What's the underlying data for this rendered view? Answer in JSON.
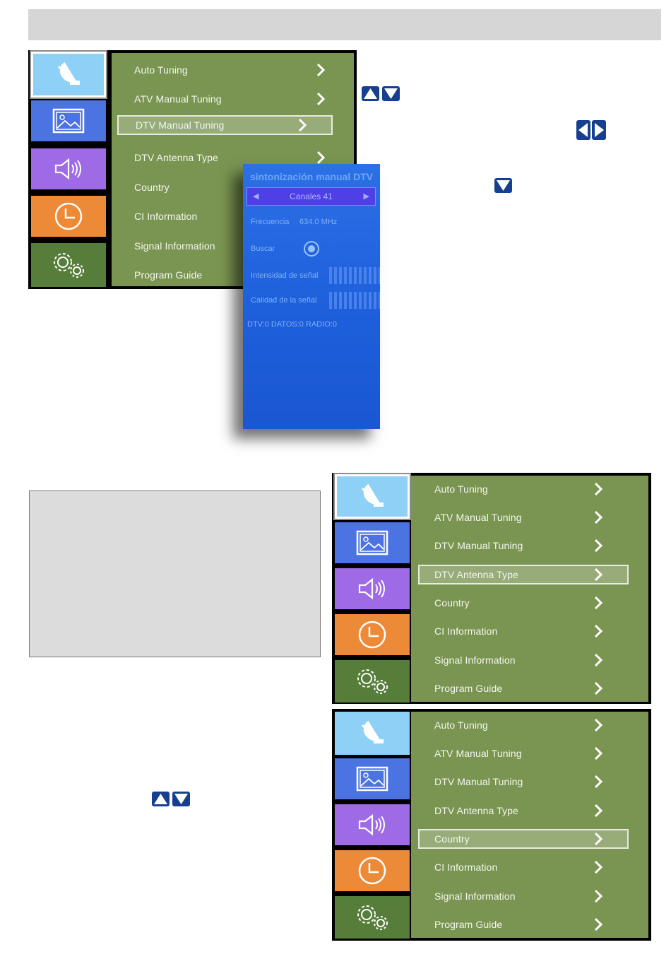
{
  "menu_items": [
    "Auto Tuning",
    "ATV Manual Tuning",
    "DTV Manual Tuning",
    "DTV Antenna Type",
    "Country",
    "CI Information",
    "Signal Information",
    "Program Guide"
  ],
  "top_menu": {
    "selected_item": "DTV Manual Tuning"
  },
  "middle_menu": {
    "selected_item": "DTV Antenna Type"
  },
  "bottom_menu": {
    "selected_item": "Country"
  },
  "icon_tiles": [
    "antenna-icon",
    "picture-icon",
    "sound-icon",
    "clock-icon",
    "settings-icon"
  ],
  "dtv_submenu": {
    "title": "sintonización manual DTV",
    "channel": "Canales 41",
    "frequency_label": "Frecuencia",
    "frequency_value": "634.0 MHz",
    "search_label": "Buscar",
    "signal_strength_label": "Intensidad de señal",
    "signal_quality_label": "Calidad de la señal",
    "counts": "DTV:0  DATOS:0  RADIO:0"
  },
  "colors": {
    "menu_green": "#7a9552",
    "antenna_tile": "#8fd0f6",
    "picture_tile": "#4b73e2",
    "sound_tile": "#9e6ae6",
    "timer_tile": "#ec8a38",
    "settings_tile": "#567e3a",
    "submenu_blue": "#1e5fdb",
    "nav_key_blue": "#173f8f"
  }
}
